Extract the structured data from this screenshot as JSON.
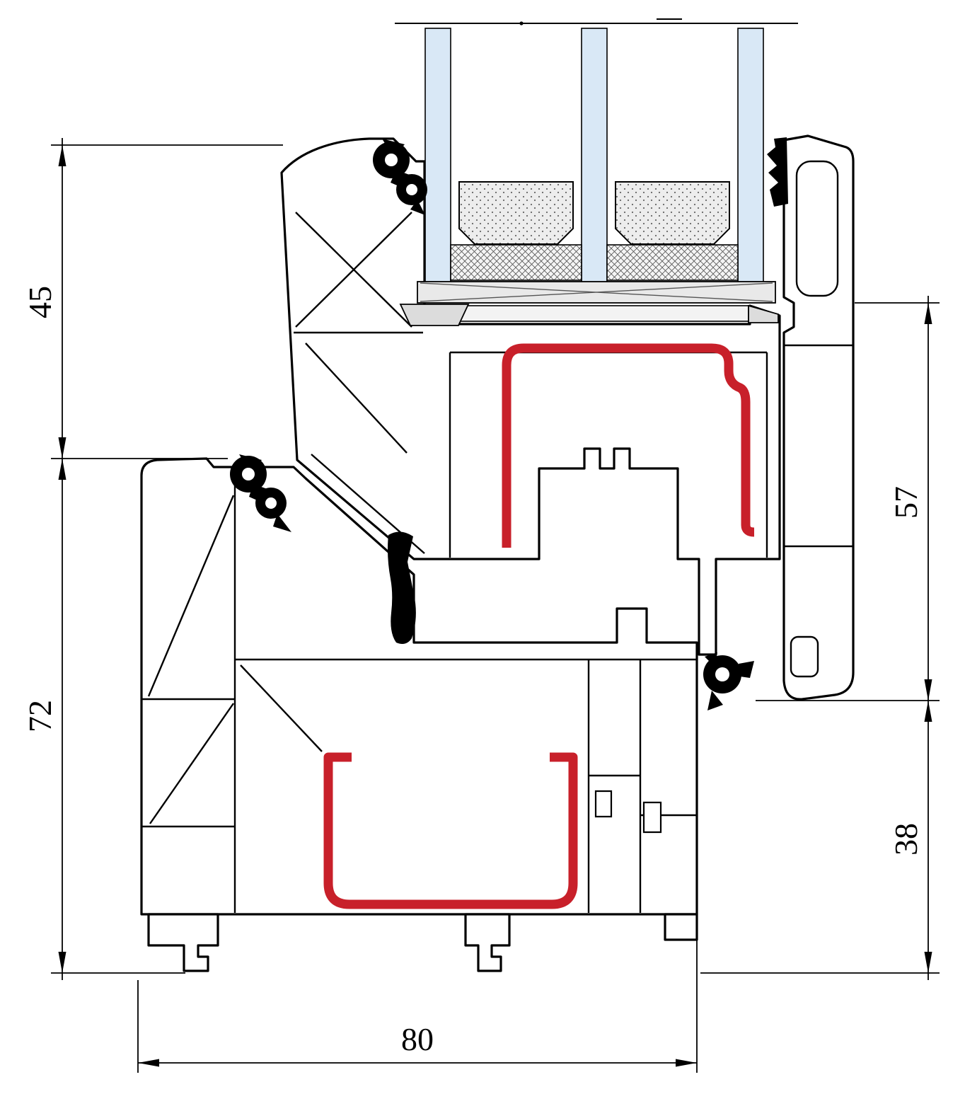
{
  "drawing": {
    "dim_left_top": "45",
    "dim_left_bottom": "72",
    "dim_right_top": "57",
    "dim_right_bottom": "38",
    "dim_bottom": "80"
  },
  "colors": {
    "line": "#000000",
    "profile_fill": "#ffffff",
    "steel": "#c8202a",
    "glass": "#d9e8f6",
    "packer": "#dcdcdc",
    "gasket": "#000000",
    "background": "#ffffff"
  }
}
